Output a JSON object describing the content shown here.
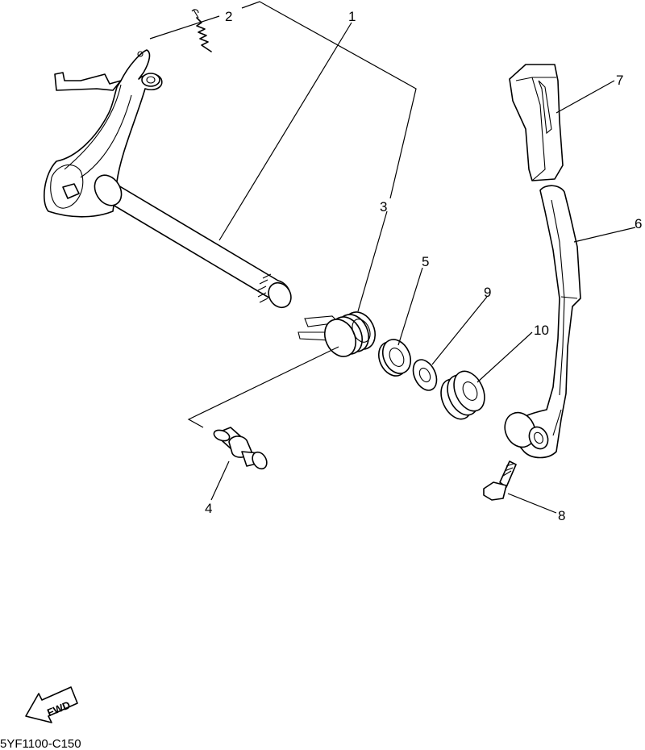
{
  "callouts": {
    "c1": "1",
    "c2": "2",
    "c3": "3",
    "c4": "4",
    "c5": "5",
    "c6": "6",
    "c7": "7",
    "c8": "8",
    "c9": "9",
    "c10": "10"
  },
  "fwd_label": "FWD",
  "diagram_code": "5YF1100-C150",
  "colors": {
    "line": "#000000",
    "background": "#ffffff"
  }
}
